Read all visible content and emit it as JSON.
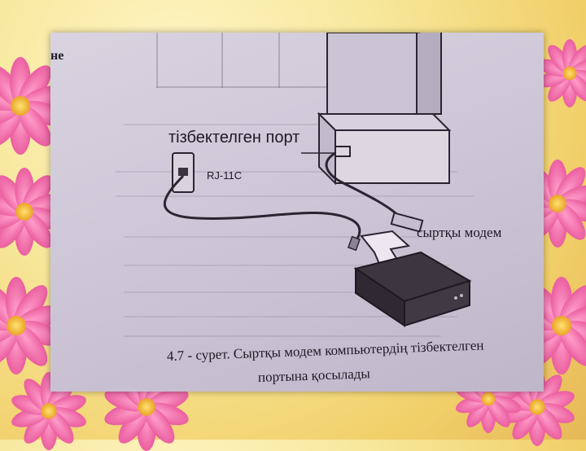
{
  "figure": {
    "corner_text": "не",
    "port_label": "тізбектелген порт",
    "rj_label": "RJ-11C",
    "modem_label": "сыртқы модем",
    "caption_line1": "4.7 - сурет. Сыртқы модем компьютердің тізбектелген",
    "caption_line2": "портына қосылады"
  },
  "colors": {
    "background": "#f5e2a0",
    "flower_pink": "#ea5d9f",
    "photo_paper": "#d2cbdb",
    "ink": "#1d1a24"
  }
}
